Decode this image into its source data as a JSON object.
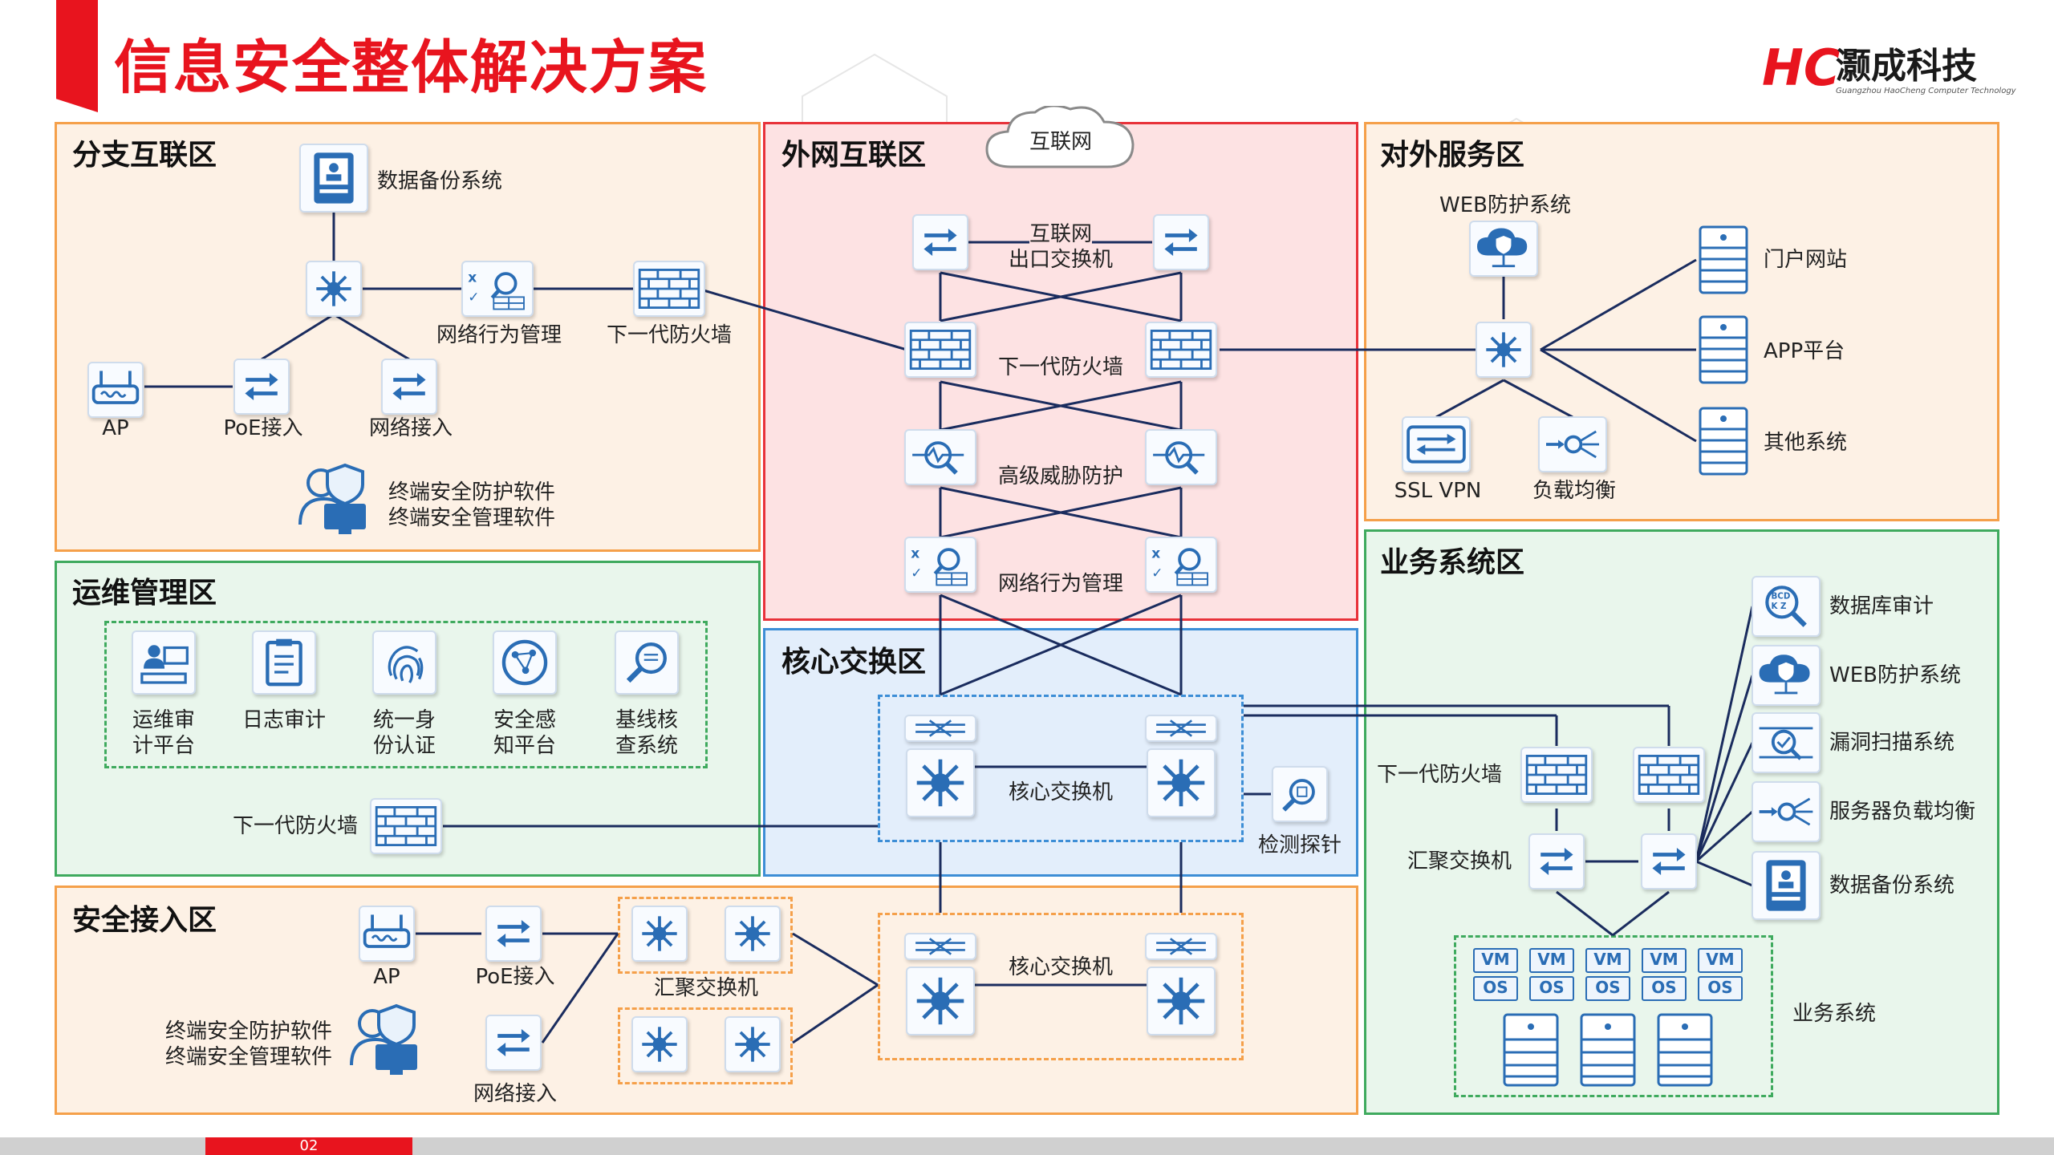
{
  "header": {
    "title": "信息安全整体解决方案",
    "logo_mark": "HC",
    "logo_name": "灏成科技",
    "logo_tagline": "Guangzhou HaoCheng Computer Technology"
  },
  "footer": {
    "page_number": "02"
  },
  "colors": {
    "title_red": "#e8141e",
    "orange_zone_border": "#f5a04a",
    "orange_zone_fill": "#fdf1e5",
    "red_zone_border": "#e8323a",
    "red_zone_fill": "#fde2e3",
    "blue_zone_border": "#3d8ed6",
    "blue_zone_fill": "#e3eefb",
    "green_zone_border": "#3faa5e",
    "green_zone_fill": "#e9f6ec",
    "link_navy": "#1a2c5e",
    "icon_blue": "#2a6db5"
  },
  "zones": {
    "branch": {
      "title": "分支互联区",
      "data_backup": "数据备份系统",
      "behavior_mgmt": "网络行为管理",
      "ngfw": "下一代防火墙",
      "ap": "AP",
      "poe": "PoE接入",
      "net_access": "网络接入",
      "endpoint_protect": "终端安全防护软件",
      "endpoint_manage": "终端安全管理软件"
    },
    "internet": {
      "title": "外网互联区",
      "cloud": "互联网",
      "exit_switch_line1": "互联网",
      "exit_switch_line2": "出口交换机",
      "ngfw": "下一代防火墙",
      "apt": "高级威胁防护",
      "behavior_mgmt": "网络行为管理"
    },
    "external_service": {
      "title": "对外服务区",
      "waf": "WEB防护系统",
      "portal": "门户网站",
      "app_platform": "APP平台",
      "other_systems": "其他系统",
      "ssl_vpn": "SSL VPN",
      "load_balance": "负载均衡"
    },
    "ops": {
      "title": "运维管理区",
      "items": [
        {
          "line1": "运维审",
          "line2": "计平台"
        },
        {
          "line1": "日志审计",
          "line2": ""
        },
        {
          "line1": "统一身",
          "line2": "份认证"
        },
        {
          "line1": "安全感",
          "line2": "知平台"
        },
        {
          "line1": "基线核",
          "line2": "查系统"
        }
      ],
      "ngfw": "下一代防火墙"
    },
    "core": {
      "title": "核心交换区",
      "core_switch": "核心交换机",
      "probe": "检测探针"
    },
    "business": {
      "title": "业务系统区",
      "ngfw": "下一代防火墙",
      "aggregation": "汇聚交换机",
      "services": [
        "数据库审计",
        "WEB防护系统",
        "漏洞扫描系统",
        "服务器负载均衡",
        "数据备份系统"
      ],
      "business_system": "业务系统",
      "vm_label": "VM",
      "os_label": "OS"
    },
    "secure_access": {
      "title": "安全接入区",
      "ap": "AP",
      "poe": "PoE接入",
      "net_access": "网络接入",
      "aggregation": "汇聚交换机",
      "core_switch": "核心交换机",
      "endpoint_protect": "终端安全防护软件",
      "endpoint_manage": "终端安全管理软件"
    }
  }
}
